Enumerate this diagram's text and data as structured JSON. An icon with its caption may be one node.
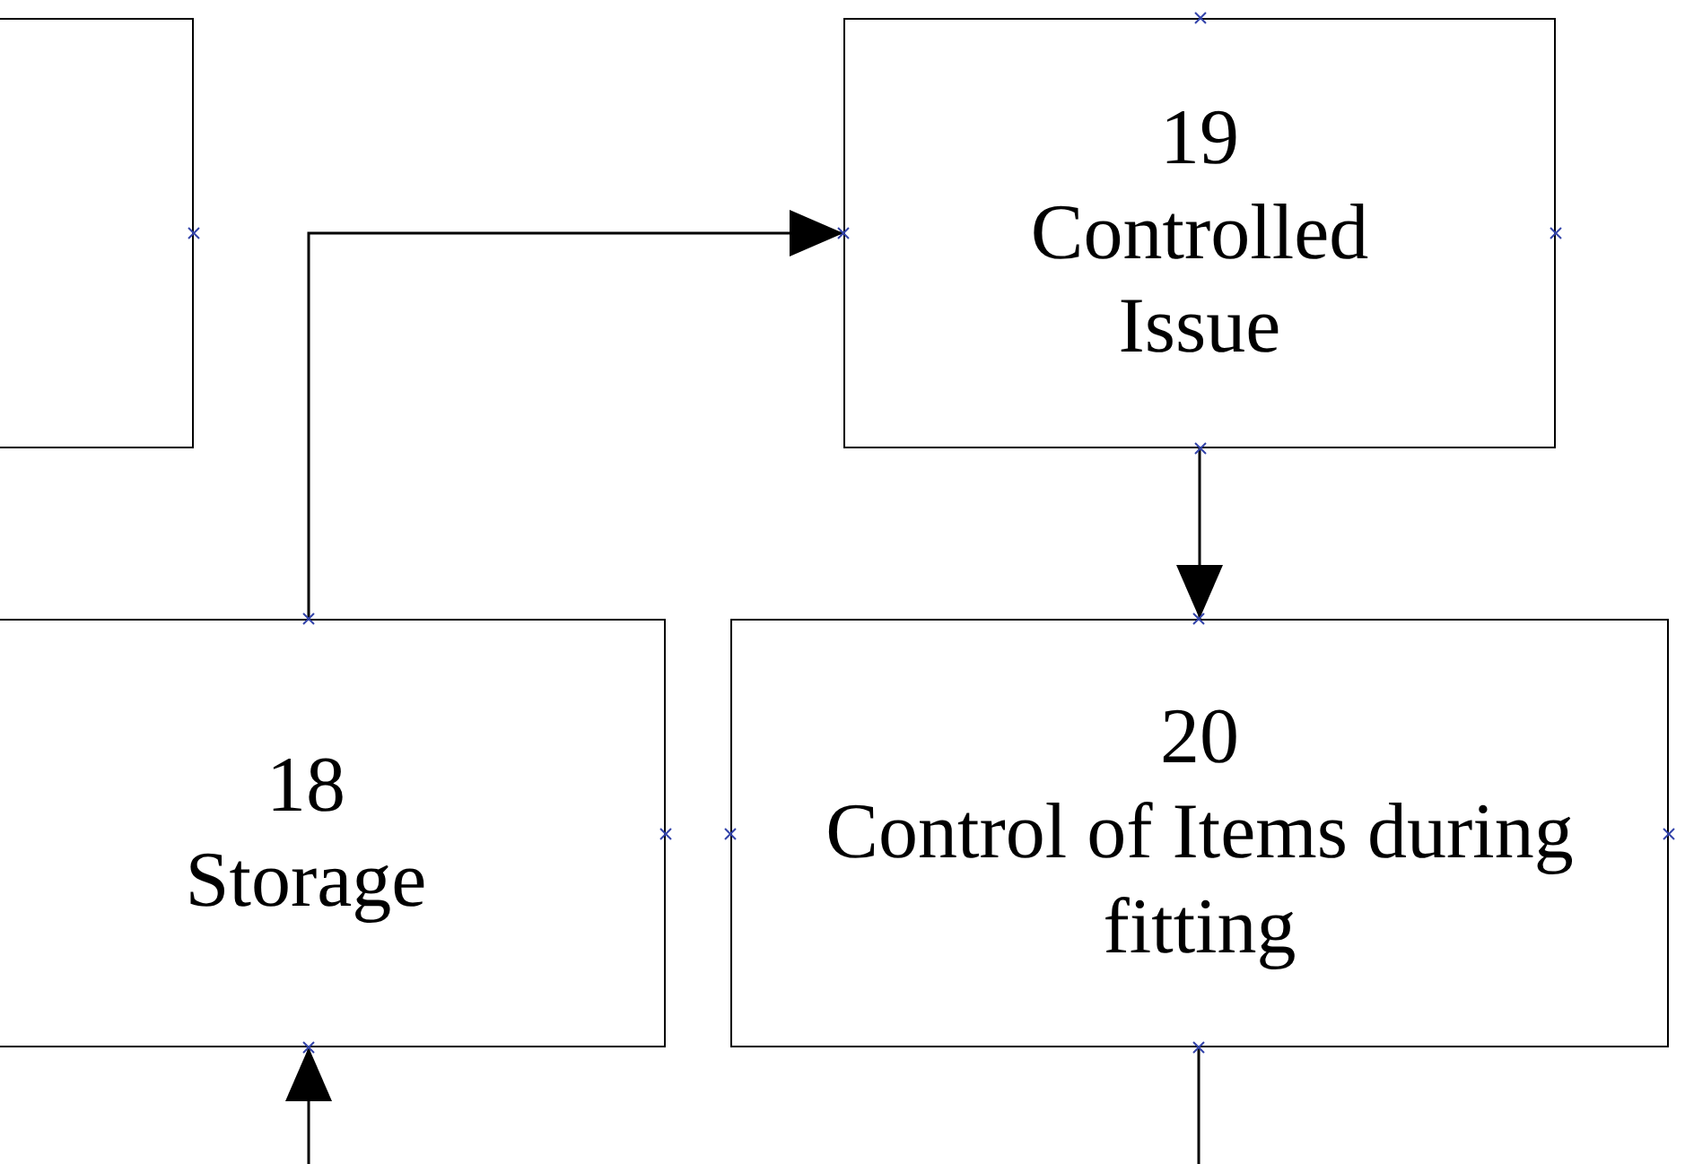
{
  "diagram": {
    "nodes": [
      {
        "text": [],
        "shape": "box"
      },
      {
        "text": [
          "19",
          "Controlled Issue"
        ]
      },
      {
        "text": [
          "18",
          "Storage"
        ]
      },
      {
        "text": [
          "20",
          "Control of Items during fitting"
        ]
      }
    ],
    "edges": [
      {
        "from": 2,
        "to": 1,
        "arrow": "to"
      },
      {
        "from": 1,
        "to": 3,
        "arrow": "to"
      },
      {
        "from": null,
        "to": 2,
        "arrow": "to"
      },
      {
        "from": 3,
        "to": null,
        "arrow": "none"
      }
    ]
  }
}
